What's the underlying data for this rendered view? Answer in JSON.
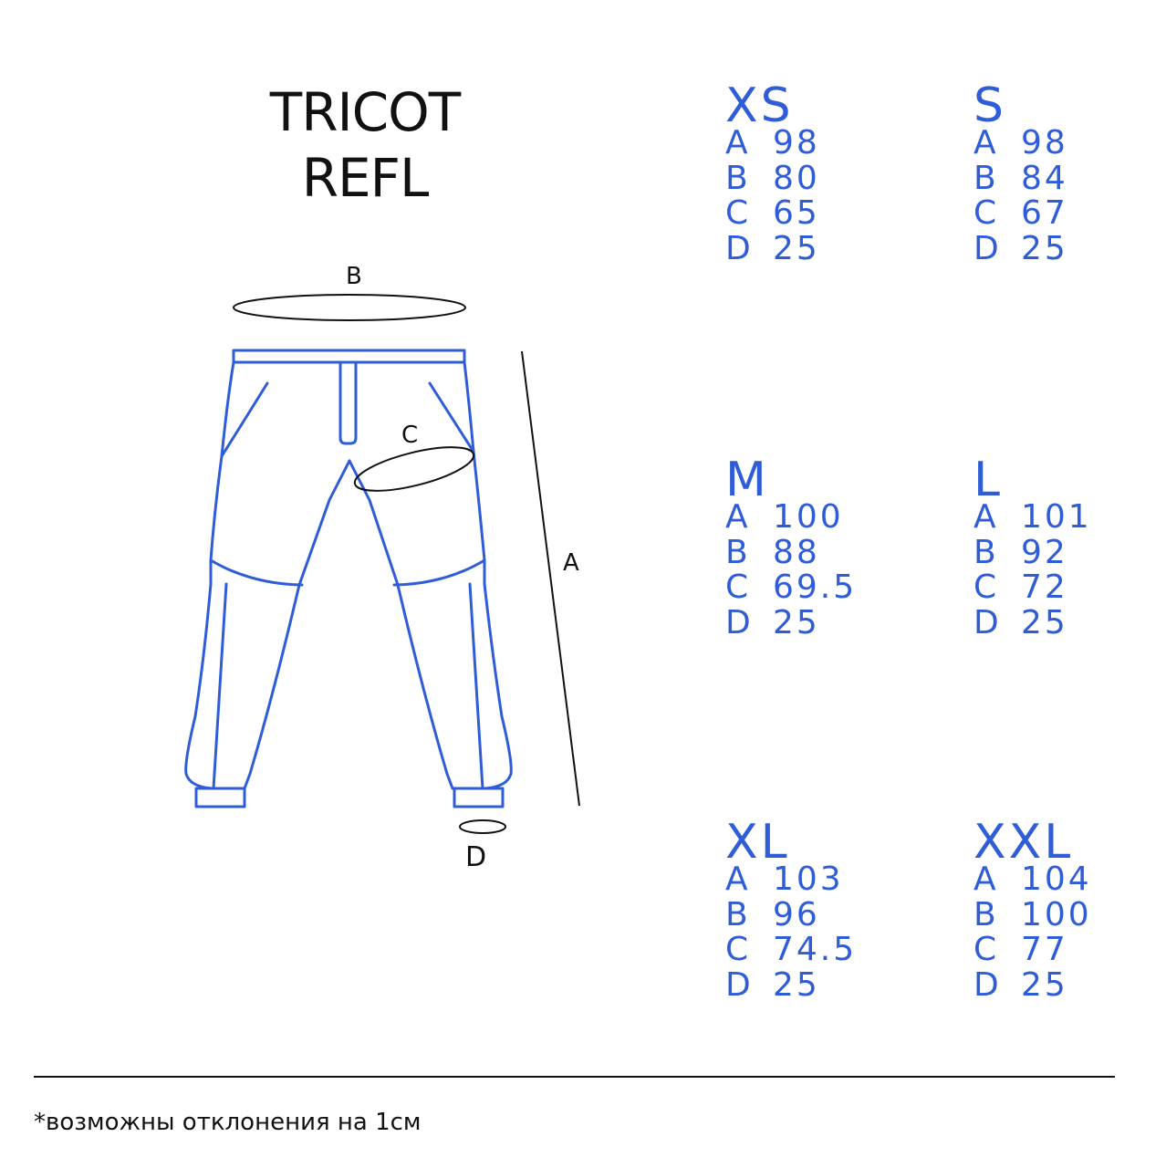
{
  "title": {
    "line1": "TRICOT",
    "line2": "REFL"
  },
  "diagram_labels": {
    "a": "A",
    "b": "B",
    "c": "C",
    "d": "D"
  },
  "colors": {
    "accent": "#2f5cd7",
    "text": "#111111",
    "background": "#ffffff"
  },
  "sizes": [
    {
      "name": "XS",
      "rows": [
        {
          "k": "A",
          "v": "98"
        },
        {
          "k": "B",
          "v": "80"
        },
        {
          "k": "C",
          "v": "65"
        },
        {
          "k": "D",
          "v": "25"
        }
      ]
    },
    {
      "name": "S",
      "rows": [
        {
          "k": "A",
          "v": "98"
        },
        {
          "k": "B",
          "v": "84"
        },
        {
          "k": "C",
          "v": "67"
        },
        {
          "k": "D",
          "v": "25"
        }
      ]
    },
    {
      "name": "M",
      "rows": [
        {
          "k": "A",
          "v": "100"
        },
        {
          "k": "B",
          "v": "88"
        },
        {
          "k": "C",
          "v": "69.5"
        },
        {
          "k": "D",
          "v": "25"
        }
      ]
    },
    {
      "name": "L",
      "rows": [
        {
          "k": "A",
          "v": "101"
        },
        {
          "k": "B",
          "v": "92"
        },
        {
          "k": "C",
          "v": "72"
        },
        {
          "k": "D",
          "v": "25"
        }
      ]
    },
    {
      "name": "XL",
      "rows": [
        {
          "k": "A",
          "v": "103"
        },
        {
          "k": "B",
          "v": "96"
        },
        {
          "k": "C",
          "v": "74.5"
        },
        {
          "k": "D",
          "v": "25"
        }
      ]
    },
    {
      "name": "XXL",
      "rows": [
        {
          "k": "A",
          "v": "104"
        },
        {
          "k": "B",
          "v": "100"
        },
        {
          "k": "C",
          "v": "77"
        },
        {
          "k": "D",
          "v": "25"
        }
      ]
    }
  ],
  "footnote": "*возможны отклонения на 1см"
}
